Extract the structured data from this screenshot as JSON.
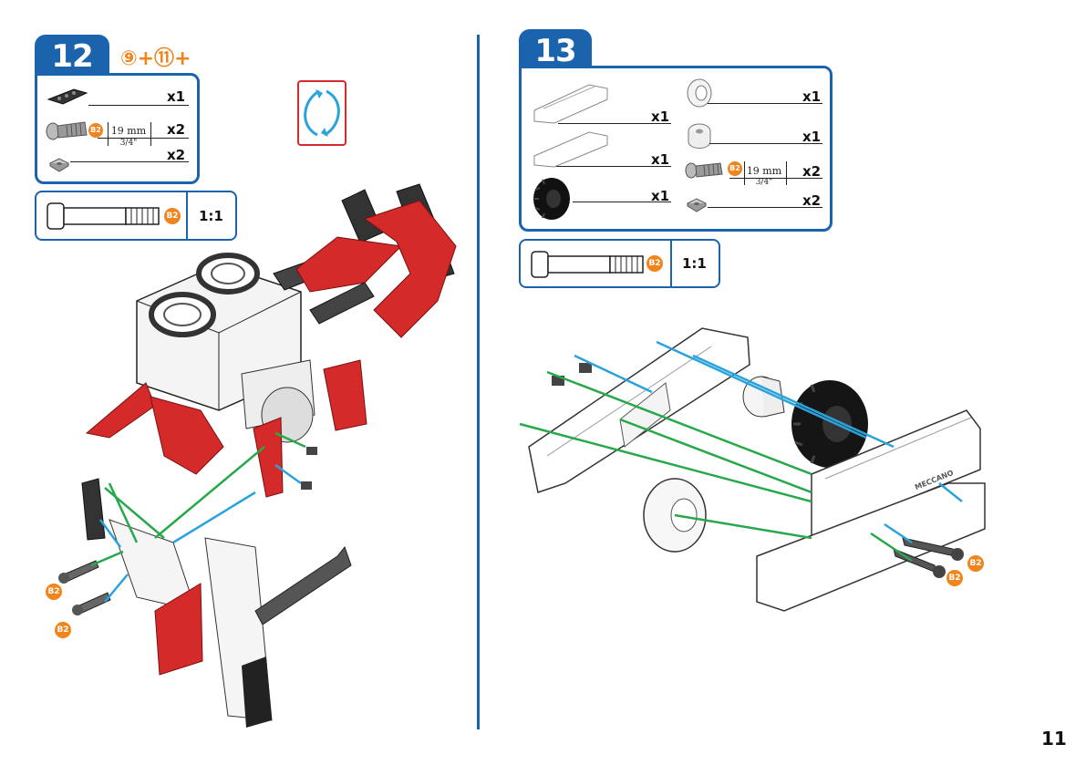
{
  "step12": {
    "number": "12",
    "previous_steps": "⑨+⑪+",
    "parts": [
      {
        "qty": "x1"
      },
      {
        "qty": "x2",
        "length_mm": "19 mm",
        "length_in": "3/4\"",
        "code": "B2"
      },
      {
        "qty": "x2"
      }
    ],
    "scale": {
      "code": "B2",
      "ratio": "1:1"
    },
    "callouts": [
      "B2",
      "B2"
    ]
  },
  "step13": {
    "number": "13",
    "parts_left": [
      {
        "qty": "x1"
      },
      {
        "qty": "x1"
      },
      {
        "qty": "x1"
      }
    ],
    "parts_right": [
      {
        "qty": "x1"
      },
      {
        "qty": "x1"
      },
      {
        "qty": "x2",
        "length_mm": "19 mm",
        "length_in": "3/4\"",
        "code": "B2"
      },
      {
        "qty": "x2"
      }
    ],
    "scale": {
      "code": "B2",
      "ratio": "1:1"
    },
    "callouts": [
      "B2",
      "B2"
    ],
    "brand_mark": "MECCANO"
  },
  "page_number": "11",
  "colors": {
    "blue": "#1b63ad",
    "orange": "#f0851d",
    "red": "#d42a2a",
    "green": "#27a84a",
    "cyan": "#2aa3dc"
  }
}
